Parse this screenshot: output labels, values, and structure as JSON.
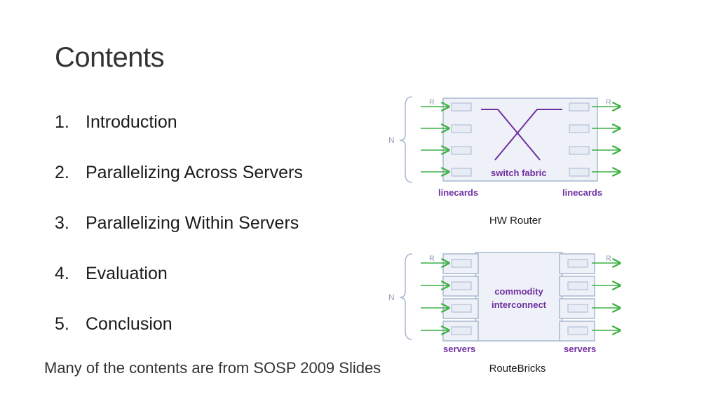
{
  "slide": {
    "title": "Contents",
    "items": [
      {
        "num": "1.",
        "label": "Introduction"
      },
      {
        "num": "2.",
        "label": "Parallelizing Across Servers"
      },
      {
        "num": "3.",
        "label": "Parallelizing Within Servers"
      },
      {
        "num": "4.",
        "label": "Evaluation"
      },
      {
        "num": "5.",
        "label": "Conclusion"
      }
    ],
    "footnote": "Many of the contents are from SOSP 2009 Slides"
  },
  "hw_router": {
    "caption": "HW Router",
    "label_r": "R",
    "label_n": "N",
    "fabric_label": "switch fabric",
    "left_label": "linecards",
    "right_label": "linecards"
  },
  "routebricks": {
    "caption": "RouteBricks",
    "label_r": "R",
    "label_n": "N",
    "center_line1": "commodity",
    "center_line2": "interconnect",
    "left_label": "servers",
    "right_label": "servers"
  },
  "colors": {
    "purple": "#7030a0",
    "green": "#3cb043",
    "box_border": "#a8b8d0",
    "box_fill": "#eef1f7",
    "label_gray": "#9aa3b5"
  }
}
